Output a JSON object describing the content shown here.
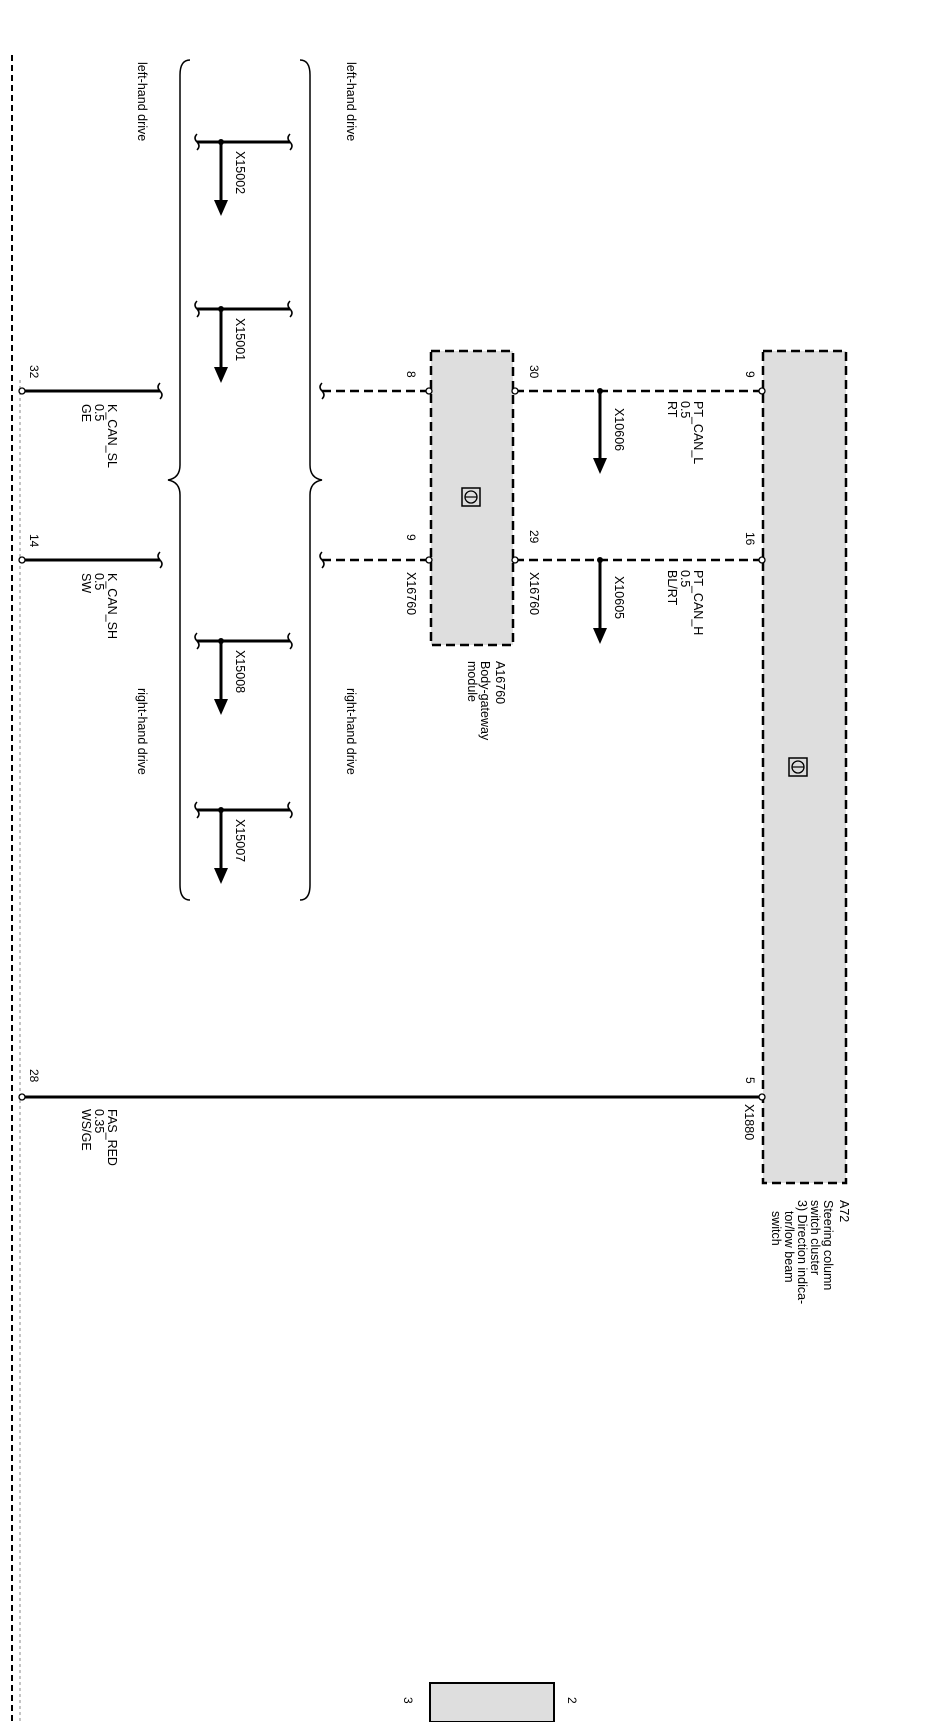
{
  "modules": {
    "a72": {
      "id": "A72",
      "name_lines": [
        "Steering column",
        "switch cluster",
        "3) Direction indica-",
        "tor/low beam",
        "switch"
      ],
      "fill": "#dedede"
    },
    "a16760": {
      "id": "A16760",
      "name_lines": [
        "Body-gateway",
        "module"
      ],
      "fill": "#dedede"
    }
  },
  "connectors": {
    "x1880": "X1880",
    "x16760_upper": "X16760",
    "x16760_lower": "X16760",
    "x10606": "X10606",
    "x10605": "X10605",
    "x15002": "X15002",
    "x15001": "X15001",
    "x15008": "X15008",
    "x15007": "X15007"
  },
  "pins": {
    "a72_pt_can_l": "9",
    "a72_pt_can_h": "16",
    "a72_fas_red": "5",
    "gw_upper_l": "30",
    "gw_upper_h": "29",
    "gw_lower_l": "8",
    "gw_lower_h": "9",
    "k_can_sl": "32",
    "k_can_sh": "14",
    "fas_red_bottom": "28",
    "side_box_a": "2",
    "side_box_b": "3"
  },
  "wires": {
    "pt_can_l": {
      "name": "PT_CAN_L",
      "size": "0.5",
      "color": "RT"
    },
    "pt_can_h": {
      "name": "PT_CAN_H",
      "size": "0.5",
      "color": "BL/RT"
    },
    "k_can_sl": {
      "name": "K_CAN_SL",
      "size": "0.5",
      "color": "GE"
    },
    "k_can_sh": {
      "name": "K_CAN_SH",
      "size": "0.5",
      "color": "SW"
    },
    "fas_red": {
      "name": "FAS_RED",
      "size": "0.35",
      "color": "WS/GE"
    }
  },
  "variants": {
    "lhd_inner": "left-hand drive",
    "lhd_outer": "left-hand drive",
    "rhd_inner": "right-hand drive",
    "rhd_outer": "right-hand drive"
  },
  "icons": [
    "electronic-control-unit-icon",
    "arrow-down-icon"
  ]
}
